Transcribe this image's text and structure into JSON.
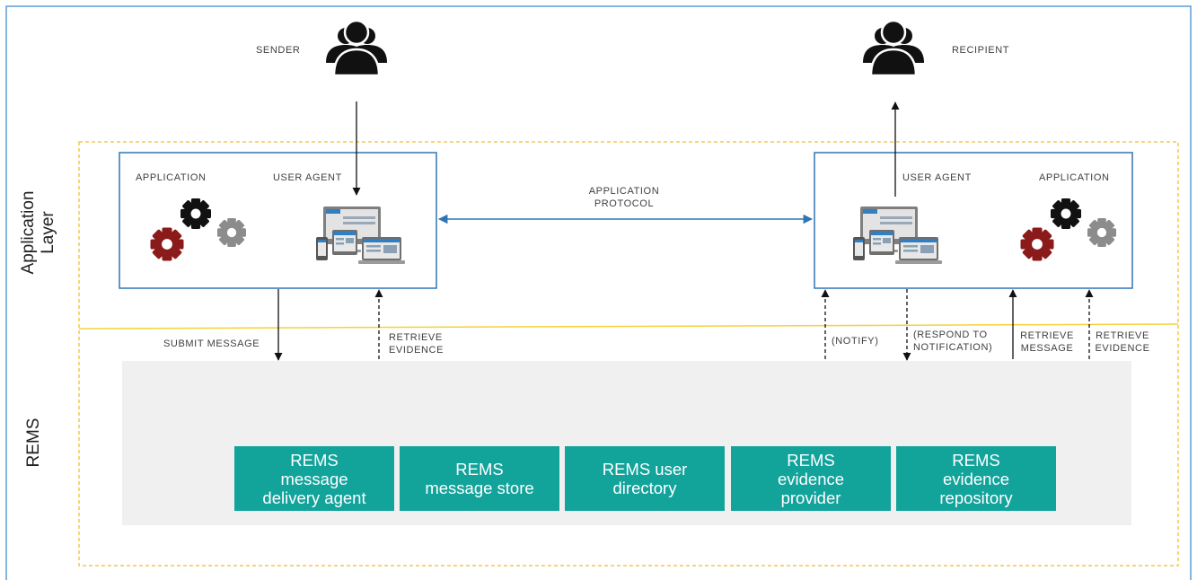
{
  "layers": {
    "application": "Application\nLayer",
    "rems": "REMS"
  },
  "actors": {
    "sender": "SENDER",
    "recipient": "RECIPIENT"
  },
  "sender_box": {
    "application": "APPLICATION",
    "user_agent": "USER AGENT"
  },
  "recipient_box": {
    "user_agent": "USER AGENT",
    "application": "APPLICATION"
  },
  "protocol": "APPLICATION\nPROTOCOL",
  "flows": {
    "submit_message": "SUBMIT MESSAGE",
    "retrieve_evidence_left": "RETRIEVE\nEVIDENCE",
    "notify": "(NOTIFY)",
    "respond": "(RESPOND TO\nNOTIFICATION)",
    "retrieve_message": "RETRIEVE\nMESSAGE",
    "retrieve_evidence_right": "RETRIEVE\nEVIDENCE"
  },
  "components": [
    "REMS\nmessage\ndelivery agent",
    "REMS\nmessage store",
    "REMS user\ndirectory",
    "REMS\nevidence\nprovider",
    "REMS\nevidence\nrepository"
  ],
  "colors": {
    "frame": "#5b9bd5",
    "dashed_border": "#f2c94c",
    "separator": "#f5d23a",
    "box_border": "#2e75b6",
    "rems_area": "#f0f0f0",
    "component": "#12a39b",
    "protocol_arrow": "#2e75b6",
    "gear_red": "#8b1a1a",
    "gear_black": "#111111",
    "gear_gray": "#8c8c8c"
  },
  "icons": [
    "person-group-icon",
    "gear-icon",
    "devices-icon"
  ]
}
